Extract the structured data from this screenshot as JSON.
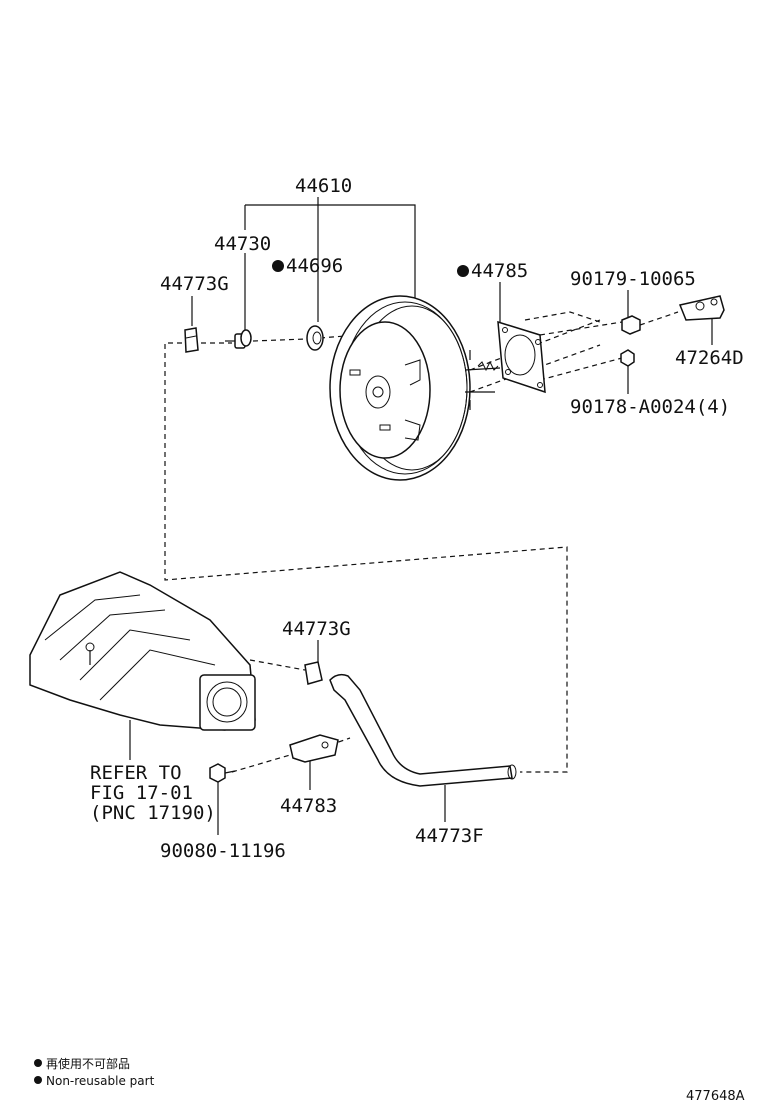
{
  "parts": {
    "booster_assy": "44610",
    "check_valve": "44730",
    "grommet": "44696",
    "gasket": "44785",
    "clip_top": "44773G",
    "clip_mid": "44773G",
    "nut_top": "90179-10065",
    "nut_bottom": "90178-A0024(4)",
    "clevis": "47264D",
    "bracket": "44783",
    "hose": "44773F",
    "bolt": "90080-11196"
  },
  "reference": {
    "line1": "REFER TO",
    "line2": "FIG 17-01",
    "line3": "(PNC 17190)"
  },
  "legend": {
    "ja": "再使用不可部品",
    "en": "Non-reusable part"
  },
  "figure_id": "477648A",
  "colors": {
    "ink": "#111111",
    "paper": "#ffffff"
  }
}
